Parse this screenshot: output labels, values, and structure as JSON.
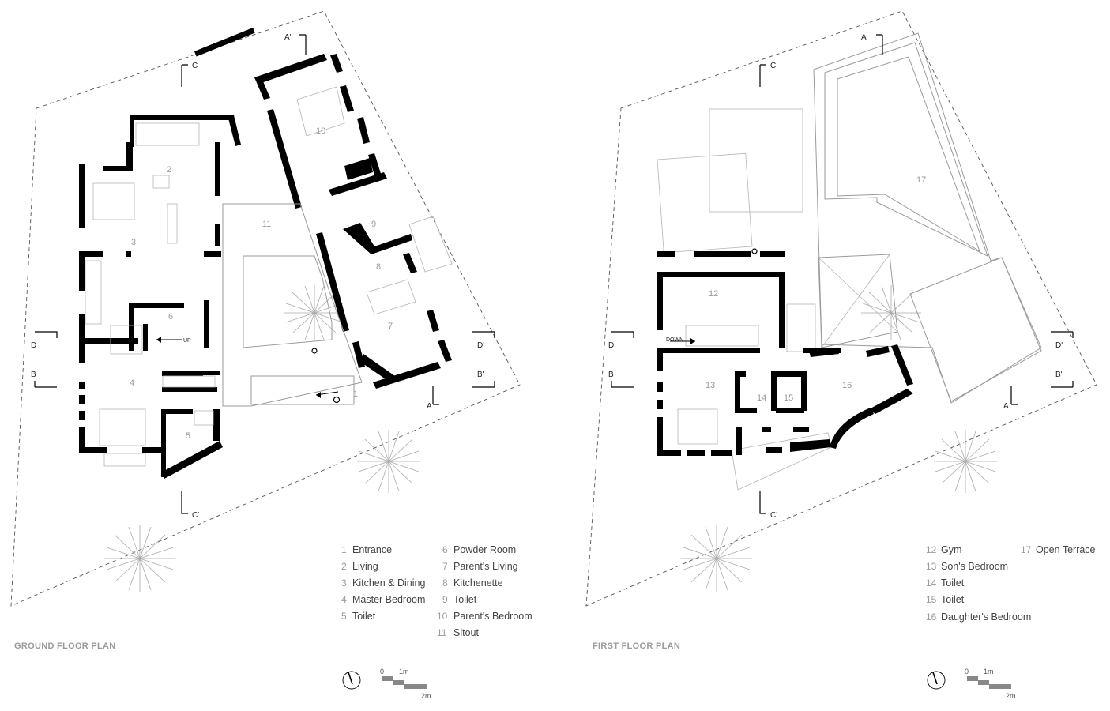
{
  "ground_floor": {
    "title": "GROUND FLOOR PLAN",
    "legend": [
      {
        "num": "1",
        "label": "Entrance"
      },
      {
        "num": "2",
        "label": "Living"
      },
      {
        "num": "3",
        "label": "Kitchen & Dining"
      },
      {
        "num": "4",
        "label": "Master Bedroom"
      },
      {
        "num": "5",
        "label": "Toilet"
      },
      {
        "num": "6",
        "label": "Powder Room"
      },
      {
        "num": "7",
        "label": "Parent's Living"
      },
      {
        "num": "8",
        "label": "Kitchenette"
      },
      {
        "num": "9",
        "label": "Toilet"
      },
      {
        "num": "10",
        "label": "Parent's Bedroom"
      },
      {
        "num": "11",
        "label": "Sitout"
      }
    ],
    "room_labels": [
      "1",
      "2",
      "3",
      "4",
      "5",
      "6",
      "7",
      "8",
      "9",
      "10",
      "11"
    ],
    "stair_label": "UP",
    "sections": {
      "a": "A",
      "a_prime": "A'",
      "b": "B",
      "b_prime": "B'",
      "c": "C",
      "c_prime": "C'",
      "d": "D",
      "d_prime": "D'"
    },
    "scale": {
      "zero": "0",
      "one": "1m",
      "two": "2m"
    }
  },
  "first_floor": {
    "title": "FIRST FLOOR PLAN",
    "legend": [
      {
        "num": "12",
        "label": "Gym"
      },
      {
        "num": "13",
        "label": "Son's Bedroom"
      },
      {
        "num": "14",
        "label": "Toilet"
      },
      {
        "num": "15",
        "label": "Toilet"
      },
      {
        "num": "16",
        "label": "Daughter's Bedroom"
      },
      {
        "num": "17",
        "label": "Open Terrace"
      }
    ],
    "room_labels": [
      "12",
      "13",
      "14",
      "15",
      "16",
      "17"
    ],
    "stair_label": "DOWN",
    "sections": {
      "a": "A",
      "a_prime": "A'",
      "b": "B",
      "b_prime": "B'",
      "c": "C",
      "c_prime": "C'",
      "d": "D",
      "d_prime": "D'"
    },
    "scale": {
      "zero": "0",
      "one": "1m",
      "two": "2m"
    }
  },
  "icons": [
    "north-arrow-icon",
    "palm-tree-icon",
    "scale-bar-icon"
  ]
}
